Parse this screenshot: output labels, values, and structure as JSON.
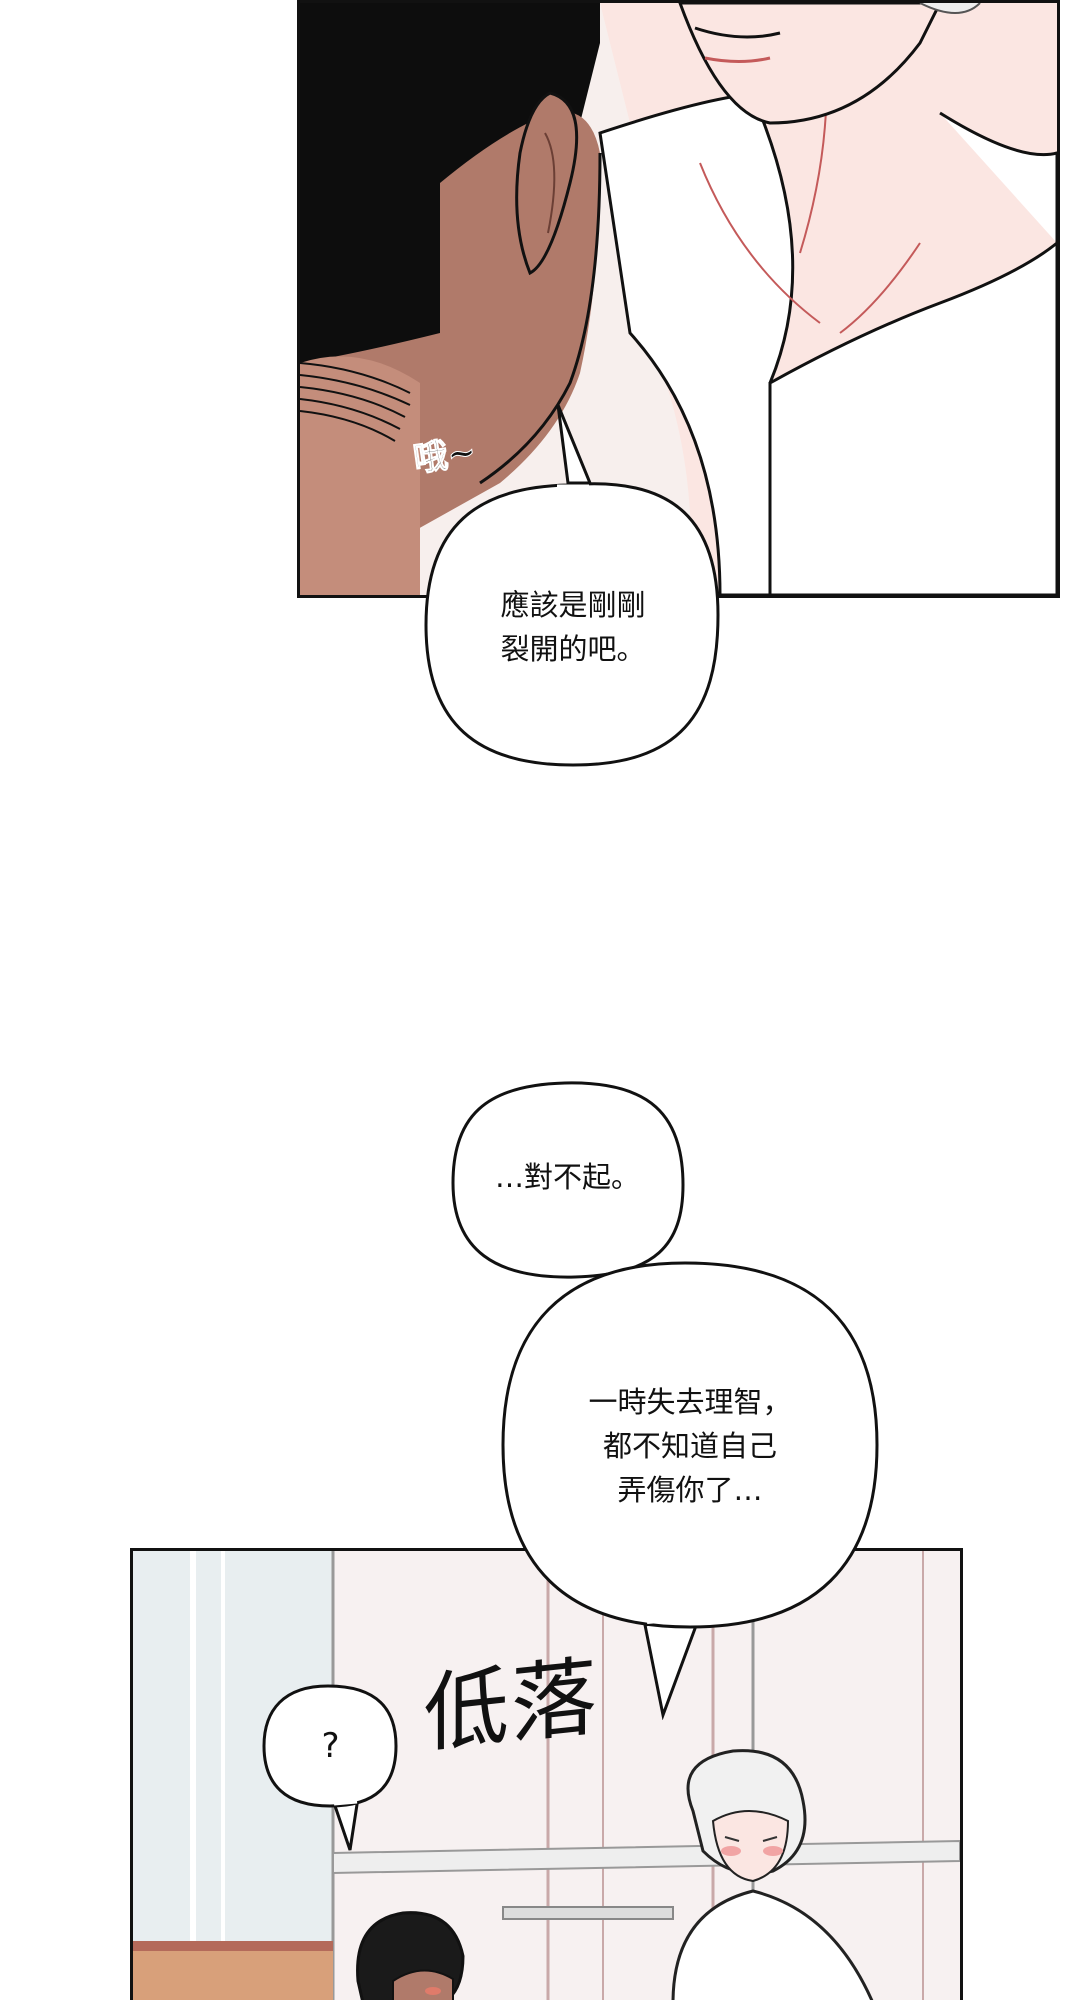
{
  "sfx": {
    "top_panel": "哦~",
    "bottom_panel": "低落"
  },
  "bubbles": {
    "bubble_1": {
      "lines": [
        "應該是剛剛",
        "裂開的吧。"
      ]
    },
    "bubble_2": {
      "lines": [
        "…對不起。"
      ]
    },
    "bubble_3": {
      "lines": [
        "一時失去理智，",
        "都不知道自己",
        "弄傷你了…"
      ]
    },
    "bubble_4": {
      "lines": [
        "?"
      ]
    }
  },
  "colors": {
    "ink": "#111111",
    "hair_dark": "#0d0d0d",
    "skin_tan": "#b07a6a",
    "skin_pale": "#fbe6e2",
    "shirt_white": "#ffffff",
    "blush": "#f1a4a4"
  },
  "icons": [
    "speech-bubble",
    "sound-effect"
  ]
}
